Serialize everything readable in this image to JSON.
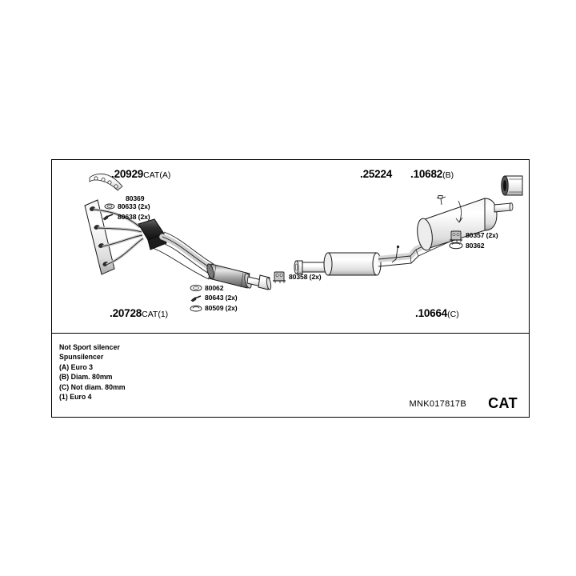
{
  "diagram": {
    "title": "CAT",
    "reference_code": "MNK017817B",
    "assembly_refs": [
      {
        "id": "ref-20929",
        "dot": ".",
        "number": "20929",
        "suffix": "CAT(A)"
      },
      {
        "id": "ref-25224",
        "dot": ".",
        "number": "25224",
        "suffix": ""
      },
      {
        "id": "ref-10682",
        "dot": ".",
        "number": "10682",
        "suffix": "(B)"
      },
      {
        "id": "ref-20728",
        "dot": ".",
        "number": "20728",
        "suffix": "CAT(1)"
      },
      {
        "id": "ref-10664",
        "dot": ".",
        "number": "10664",
        "suffix": "(C)"
      }
    ],
    "part_callouts": [
      {
        "id": "part-80369",
        "label": "80369",
        "icon": "manifold-gasket-icon"
      },
      {
        "id": "part-80633",
        "label": "80633 (2x)",
        "icon": "oval-gasket-icon"
      },
      {
        "id": "part-80638",
        "label": "80638 (2x)",
        "icon": "bolt-icon"
      },
      {
        "id": "part-80062",
        "label": "80062",
        "icon": "oval-gasket-icon"
      },
      {
        "id": "part-80643",
        "label": "80643 (2x)",
        "icon": "bolt-icon"
      },
      {
        "id": "part-80509",
        "label": "80509 (2x)",
        "icon": "cone-ring-icon"
      },
      {
        "id": "part-80358",
        "label": "80358 (2x)",
        "icon": "rubber-hanger-icon"
      },
      {
        "id": "part-80357",
        "label": "80357 (2x)",
        "icon": "rubber-hanger-icon"
      },
      {
        "id": "part-80362",
        "label": "80362",
        "icon": "clamp-icon"
      }
    ],
    "legend": [
      "Not Sport silencer",
      "Spunsilencer",
      "(A) Euro 3",
      "(B) Diam. 80mm",
      "(C) Not diam. 80mm",
      "(1) Euro 4"
    ],
    "colors": {
      "line": "#1a1a1a",
      "fill": "#ffffff",
      "shade_light": "#d8d8d8",
      "shade_mid": "#9a9a9a",
      "shade_dark": "#3a3a3a",
      "background": "#ffffff"
    }
  }
}
